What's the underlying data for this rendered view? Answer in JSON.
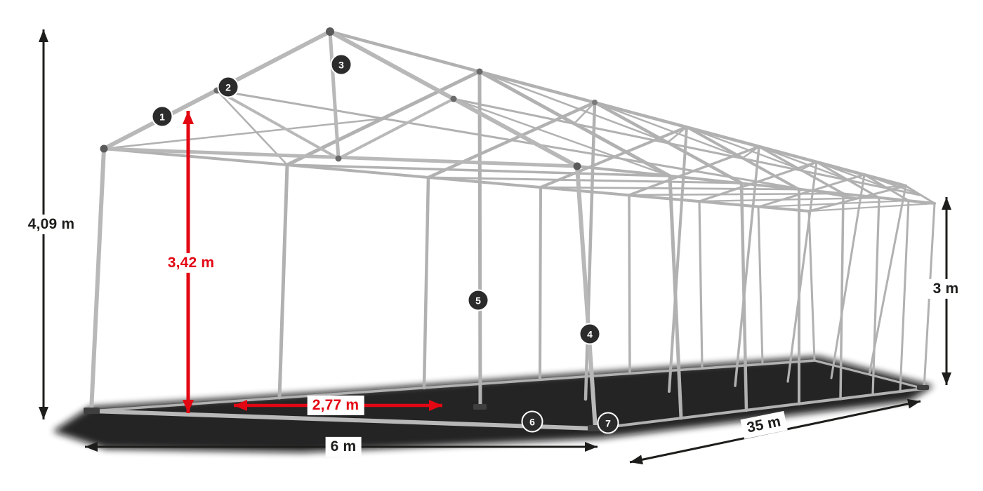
{
  "dims": {
    "total_height": "4,09 m",
    "clear_height": "3,42 m",
    "side_height": "3 m",
    "bay_spacing": "2,77 m",
    "width": "6 m",
    "length": "35 m"
  },
  "markers": [
    "1",
    "2",
    "3",
    "4",
    "5",
    "6",
    "7"
  ],
  "colors": {
    "dimension_black": "#1d1d1b",
    "dimension_red": "#e30613",
    "frame_gray": "#b1b1b1",
    "marker_background": "#2b2b2b",
    "shadow": "#0e0e0e"
  }
}
